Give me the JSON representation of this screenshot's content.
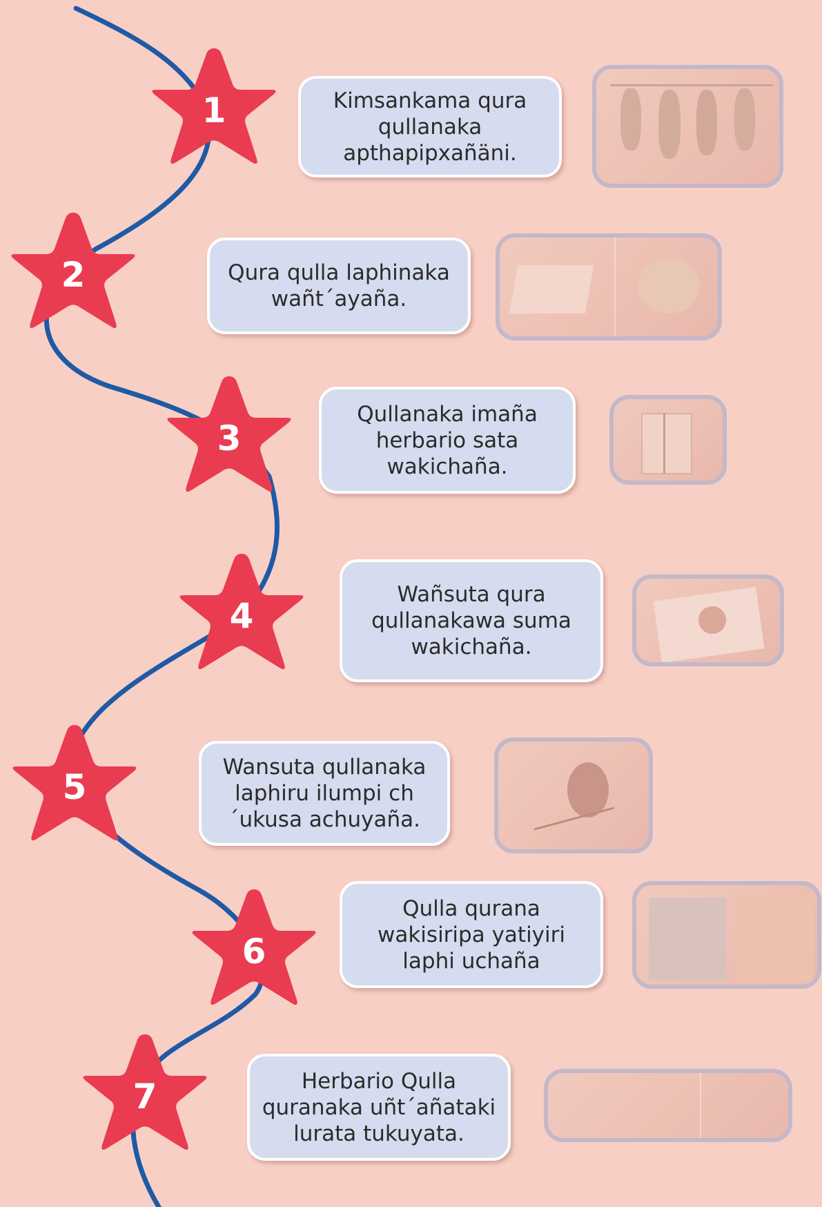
{
  "background": "#f8cfc5",
  "colors": {
    "star": "#e93c50",
    "rope": "#1e5aa5",
    "box": "#d6dcef",
    "frame": "#c3b8c8"
  },
  "steps": [
    {
      "number": "1",
      "text": "Kimsankama qura qullanaka apthapipxañäni.",
      "photo_icon": "dried-herbs-hanging-photo"
    },
    {
      "number": "2",
      "text": "Qura qulla laphinaka wañt´ayaña.",
      "photo_icon": "drying-leaves-photo"
    },
    {
      "number": "3",
      "text": "Qullanaka imaña herbario sata wakichaña.",
      "photo_icon": "herbarium-book-photo"
    },
    {
      "number": "4",
      "text": "Wañsuta qura qullanakawa suma wakichaña.",
      "photo_icon": "pressed-plant-photo"
    },
    {
      "number": "5",
      "text": "Wansuta qullanaka laphiru ilumpi ch´ukusa achuyaña.",
      "photo_icon": "sewing-plant-photo"
    },
    {
      "number": "6",
      "text": "Qulla qurana wakisiripa yatiyiri laphi uchaña",
      "photo_icon": "labeled-sheets-photo"
    },
    {
      "number": "7",
      "text": "Herbario Qulla quranaka uñt´añataki lurata tukuyata.",
      "photo_icon": "finished-herbarium-photo"
    }
  ]
}
